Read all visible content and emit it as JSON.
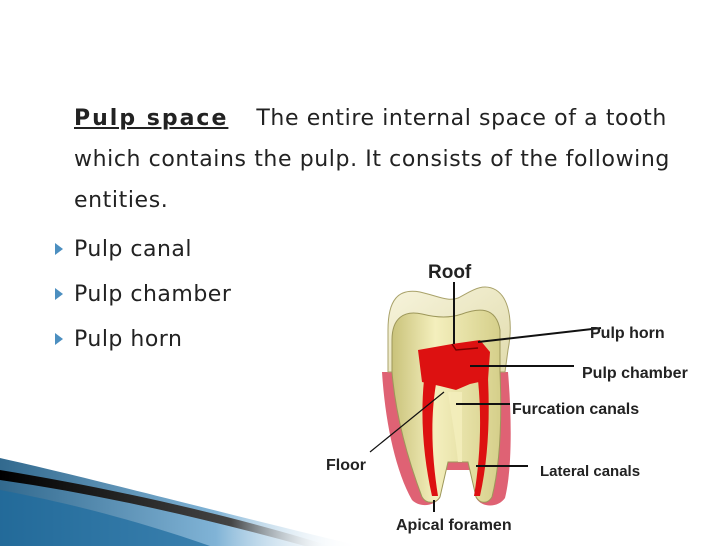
{
  "intro": {
    "term": "Pulp space",
    "definition": "The entire internal space of a tooth which contains the  pulp.  It consists of the following entities."
  },
  "bullets": [
    "Pulp canal",
    "Pulp chamber",
    "Pulp horn"
  ],
  "diagram": {
    "labels": {
      "roof": "Roof",
      "pulp_horn": "Pulp horn",
      "pulp_chamber": "Pulp chamber",
      "furcation_canals": "Furcation canals",
      "floor": "Floor",
      "lateral_canals": "Lateral canals",
      "apical_foramen": "Apical foramen"
    }
  },
  "colors": {
    "label_text": "#222222",
    "label_dark": "#111111",
    "bullet_accent": "#4c8fc0",
    "pulp_red": "#dd1111",
    "dentin": "#ece7a8",
    "gum_pink": "#d9475c"
  }
}
